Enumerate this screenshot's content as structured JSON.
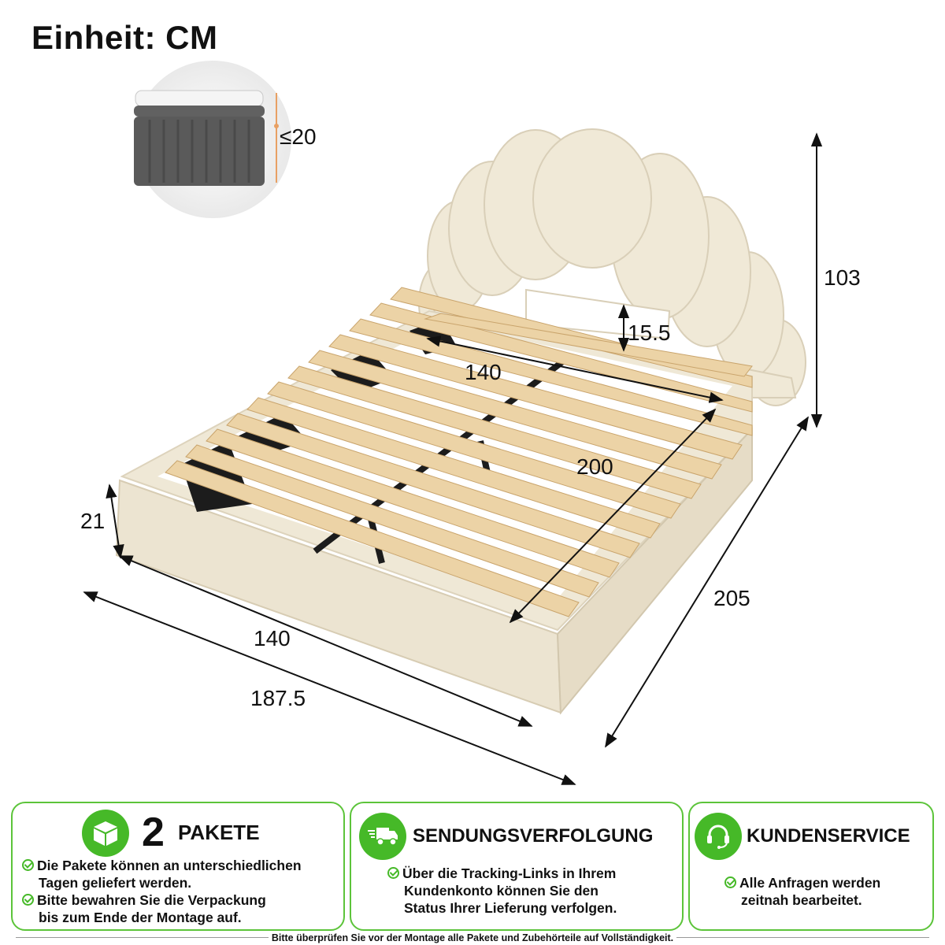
{
  "header": {
    "unit": "Einheit: CM"
  },
  "mattress": {
    "max_height": "≤20"
  },
  "dimensions": {
    "total_height": "103",
    "headboard_opening": "15.5",
    "inner_width": "140",
    "inner_length": "200",
    "frame_height": "21",
    "front_width": "140",
    "total_width": "187.5",
    "total_length": "205"
  },
  "colors": {
    "accent": "#46b928",
    "upholstery": "#efe8d6",
    "slats": "#ecd3a6"
  },
  "cards": [
    {
      "icon": "package-icon",
      "number": "2",
      "title": "PAKETE",
      "lines": [
        [
          "Die Pakete können an unterschiedlichen",
          "Tagen geliefert werden."
        ],
        [
          "Bitte bewahren Sie die Verpackung",
          "bis zum Ende der Montage auf."
        ]
      ]
    },
    {
      "icon": "truck-icon",
      "title": "SENDUNGSVERFOLGUNG",
      "lines": [
        [
          "Über die Tracking-Links in Ihrem",
          "Kundenkonto können Sie den",
          "Status Ihrer Lieferung verfolgen."
        ]
      ]
    },
    {
      "icon": "headset-icon",
      "title": "KUNDENSERVICE",
      "lines": [
        [
          "Alle Anfragen werden",
          "zeitnah bearbeitet."
        ]
      ]
    }
  ],
  "footer": {
    "note": "Bitte überprüfen Sie vor der Montage alle Pakete und Zubehörteile auf Vollständigkeit."
  }
}
